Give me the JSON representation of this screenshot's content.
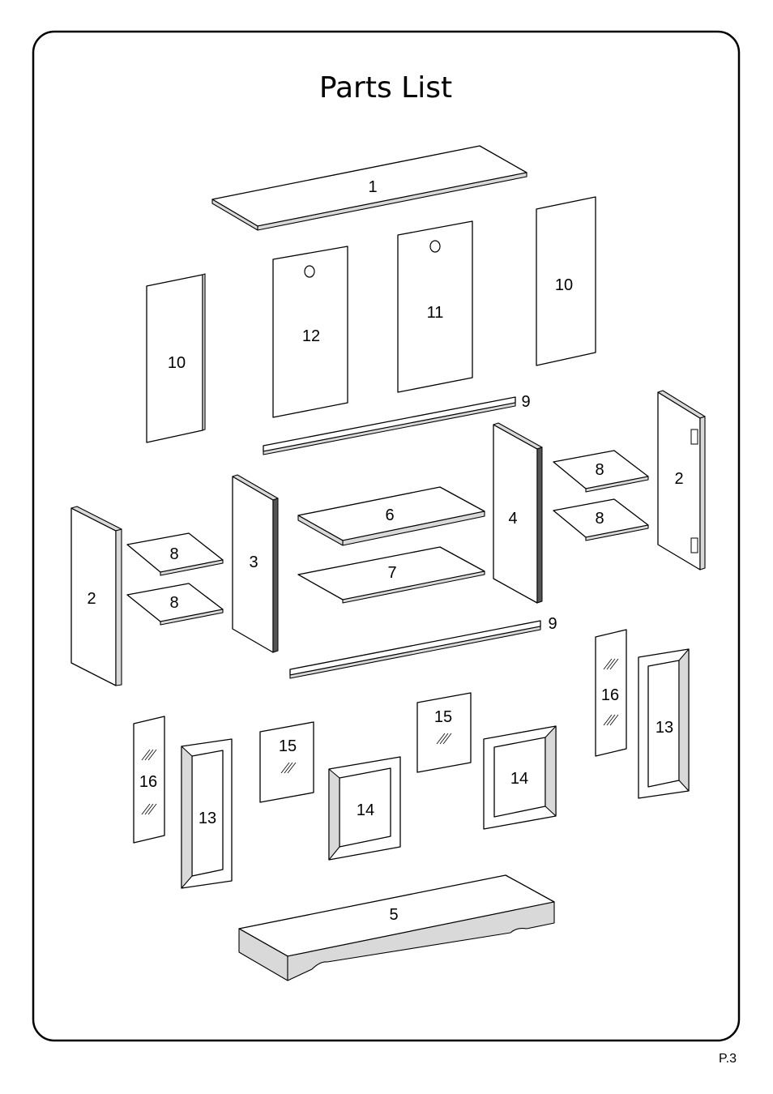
{
  "title": "Parts  List",
  "page_number": "P.3",
  "parts": {
    "p1": "1",
    "p2_left": "2",
    "p2_right": "2",
    "p3": "3",
    "p4": "4",
    "p5": "5",
    "p6": "6",
    "p7": "7",
    "p8_a": "8",
    "p8_b": "8",
    "p8_c": "8",
    "p8_d": "8",
    "p9_upper": "9",
    "p9_lower": "9",
    "p10_left": "10",
    "p10_right": "10",
    "p11": "11",
    "p12": "12",
    "p13_left": "13",
    "p13_right": "13",
    "p14_left": "14",
    "p14_right": "14",
    "p15_left": "15",
    "p15_right": "15",
    "p16_left": "16",
    "p16_right": "16"
  }
}
